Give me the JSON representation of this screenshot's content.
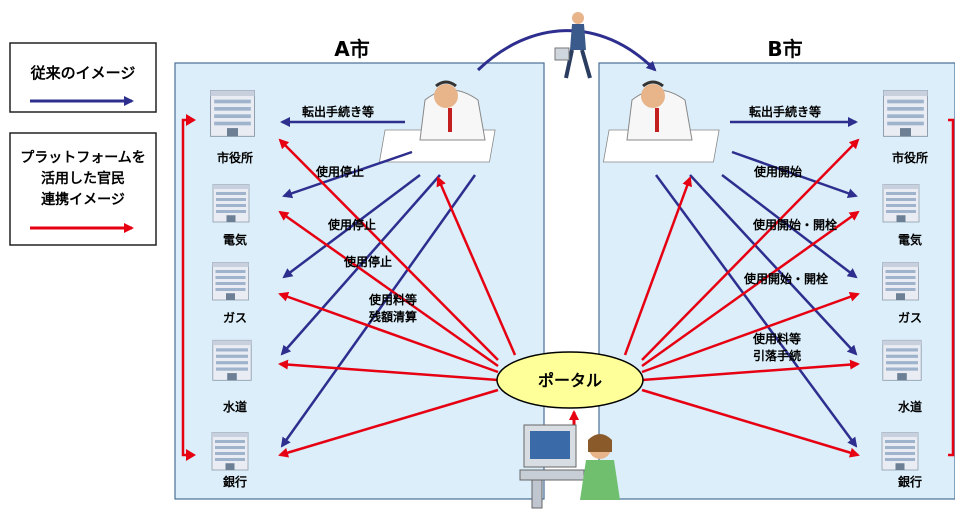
{
  "legend": {
    "conventional": "従来のイメージ",
    "platform_lines": [
      "プラットフォームを",
      "活用した官民",
      "連携イメージ"
    ]
  },
  "city_a": {
    "title": "A市",
    "facilities": [
      "市役所",
      "電気",
      "ガス",
      "水道",
      "銀行"
    ],
    "arrows": [
      "転出手続き等",
      "使用停止",
      "使用停止",
      "使用停止"
    ],
    "settlement_lines": [
      "使用料等",
      "残額清算"
    ]
  },
  "city_b": {
    "title": "B市",
    "facilities": [
      "市役所",
      "電気",
      "ガス",
      "水道",
      "銀行"
    ],
    "arrows": [
      "転出手続き等",
      "使用開始",
      "使用開始・開栓",
      "使用開始・開栓"
    ],
    "transfer_lines": [
      "使用料等",
      "引落手続"
    ]
  },
  "portal": {
    "label": "ポータル"
  },
  "colors": {
    "panel": "#dbeef9",
    "blue_arrow": "#2e2e8f",
    "red_arrow": "#e60012",
    "portal_fill": "#ffff99"
  }
}
